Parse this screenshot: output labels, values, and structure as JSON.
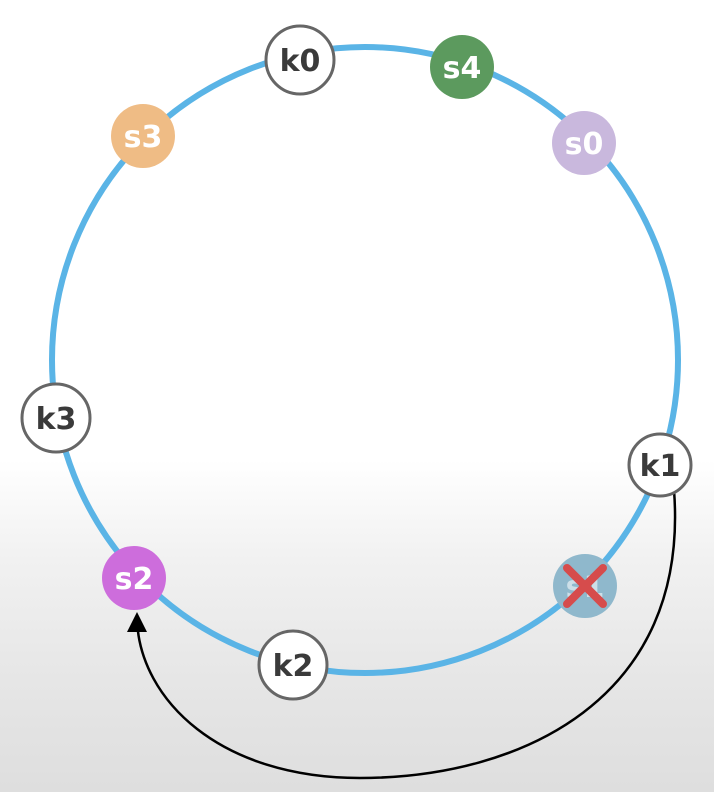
{
  "colors": {
    "ring": "#5ab4e6",
    "key_fill": "#ffffff",
    "key_stroke": "#666666",
    "key_text": "#3a3a3a",
    "server_text": "#ffffff",
    "s0": "#c9b8dd",
    "s1_removed": "#8fb8cc",
    "s2": "#cd6ddc",
    "s3": "#efbc85",
    "s4": "#5c9a5e",
    "remove_mark": "#d64c4c",
    "arrow": "#000000"
  },
  "keys": {
    "k0": "k0",
    "k1": "k1",
    "k2": "k2",
    "k3": "k3"
  },
  "servers": {
    "s0": "s0",
    "s2": "s2",
    "s3": "s3",
    "s4": "s4",
    "s1_removed": "s1"
  },
  "icons": {
    "removed_server": "x-mark-icon",
    "redirect": "curved-arrow-icon"
  }
}
